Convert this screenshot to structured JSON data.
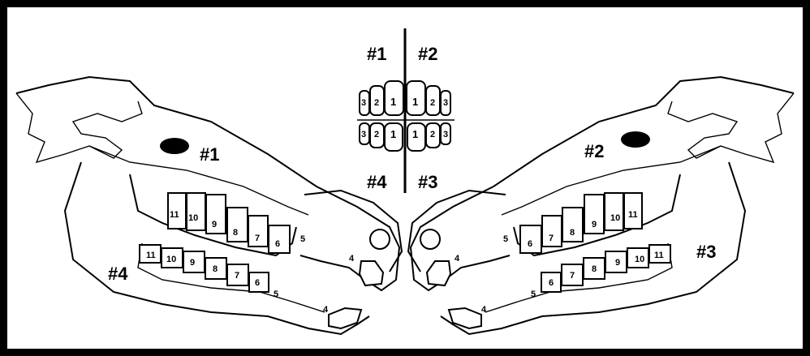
{
  "quadrants": {
    "upper_left": "#1",
    "upper_right": "#2",
    "lower_right": "#3",
    "lower_left": "#4"
  },
  "incisor_chart": {
    "upper_left_teeth": [
      "3",
      "2",
      "1"
    ],
    "upper_right_teeth": [
      "1",
      "2",
      "3"
    ],
    "lower_left_teeth": [
      "3",
      "2",
      "1"
    ],
    "lower_right_teeth": [
      "1",
      "2",
      "3"
    ]
  },
  "left_skull": {
    "upper_jaw_label": "#1",
    "lower_jaw_label": "#4",
    "upper_cheek_teeth": [
      "11",
      "10",
      "9",
      "8",
      "7",
      "6"
    ],
    "lower_cheek_teeth": [
      "11",
      "10",
      "9",
      "8",
      "7",
      "6"
    ],
    "upper_canine": "5",
    "lower_canine": "5",
    "upper_incisor_label": "4",
    "lower_incisor_label": "4"
  },
  "right_skull": {
    "upper_jaw_label": "#2",
    "lower_jaw_label": "#3",
    "upper_cheek_teeth": [
      "6",
      "7",
      "8",
      "9",
      "10",
      "11"
    ],
    "lower_cheek_teeth": [
      "6",
      "7",
      "8",
      "9",
      "10",
      "11"
    ],
    "upper_canine": "5",
    "lower_canine": "5",
    "upper_incisor_label": "4",
    "lower_incisor_label": "4"
  }
}
